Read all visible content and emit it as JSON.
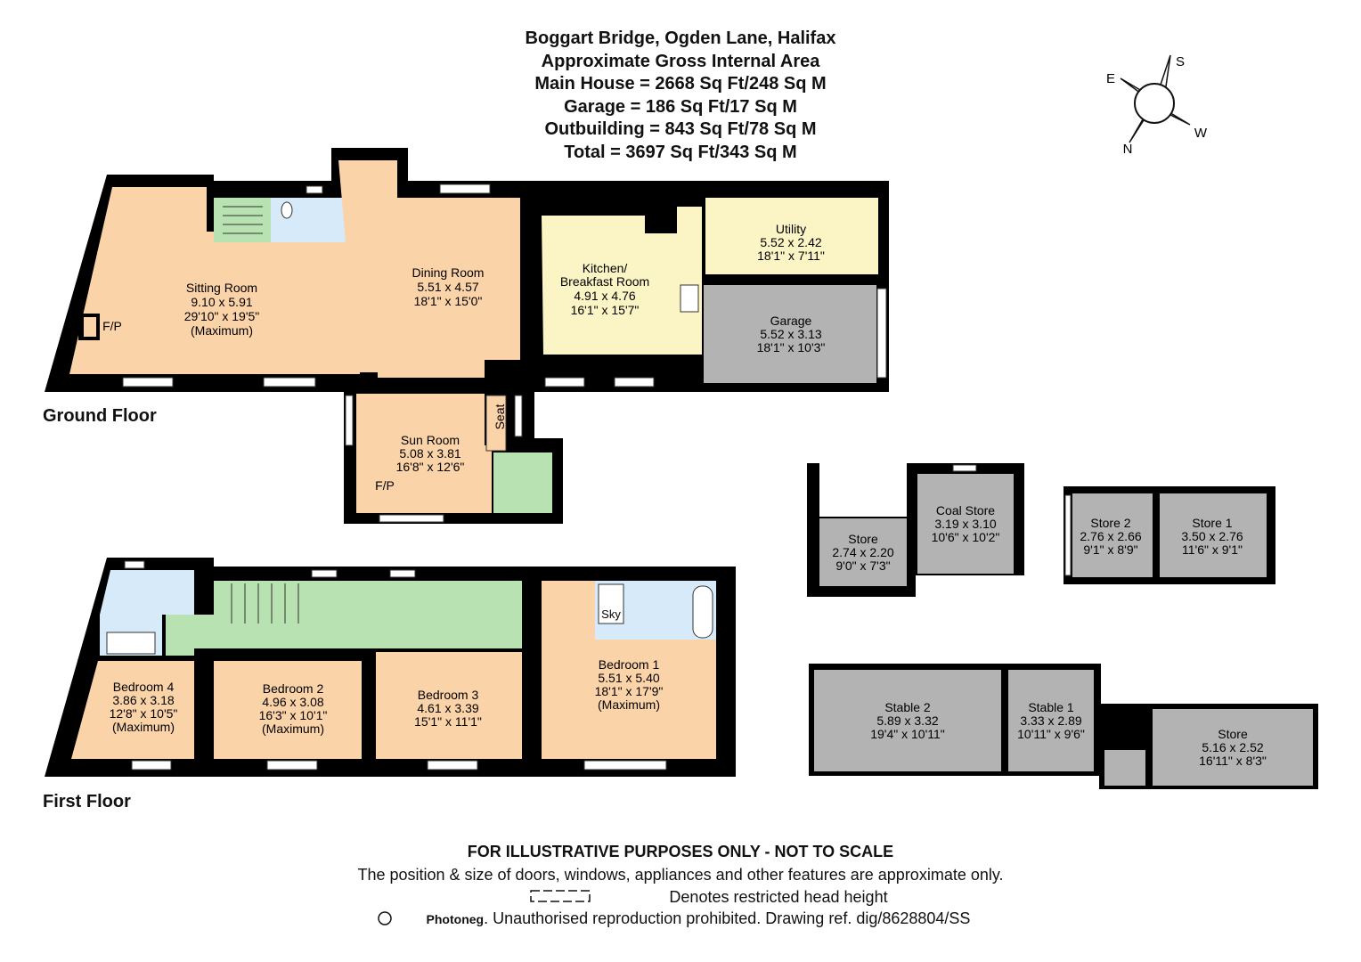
{
  "header": {
    "address": "Boggart Bridge, Ogden Lane, Halifax",
    "area_title": "Approximate Gross Internal Area",
    "main_house": "Main House = 2668 Sq Ft/248 Sq M",
    "garage": "Garage = 186 Sq Ft/17 Sq M",
    "outbuilding": "Outbuilding = 843 Sq Ft/78 Sq M",
    "total": "Total = 3697 Sq Ft/343 Sq M"
  },
  "compass": {
    "e": "E",
    "s": "S",
    "n": "N",
    "w": "W"
  },
  "floors": {
    "ground": "Ground Floor",
    "first": "First Floor"
  },
  "colors": {
    "wall": "#000000",
    "living": "#fbd3a8",
    "kitchen": "#fbf4c4",
    "wet": "#d6eaf9",
    "circulation": "#b9e2b2",
    "outbuilding": "#b3b3b3"
  },
  "rooms": {
    "sitting": {
      "name": "Sitting Room",
      "metric": "9.10 x 5.91",
      "imperial": "29'10\" x 19'5\"",
      "note": "(Maximum)"
    },
    "dining": {
      "name": "Dining Room",
      "metric": "5.51 x 4.57",
      "imperial": "18'1\" x 15'0\""
    },
    "kitchen": {
      "name1": "Kitchen/",
      "name2": "Breakfast Room",
      "metric": "4.91 x 4.76",
      "imperial": "16'1\" x 15'7\""
    },
    "utility": {
      "name": "Utility",
      "metric": "5.52 x 2.42",
      "imperial": "18'1\" x 7'11\""
    },
    "garage": {
      "name": "Garage",
      "metric": "5.52 x 3.13",
      "imperial": "18'1\" x 10'3\""
    },
    "sun": {
      "name": "Sun Room",
      "metric": "5.08 x 3.81",
      "imperial": "16'8\" x 12'6\""
    },
    "bed4": {
      "name": "Bedroom 4",
      "metric": "3.86 x 3.18",
      "imperial": "12'8\" x 10'5\"",
      "note": "(Maximum)"
    },
    "bed2": {
      "name": "Bedroom 2",
      "metric": "4.96 x 3.08",
      "imperial": "16'3\" x 10'1\"",
      "note": "(Maximum)"
    },
    "bed3": {
      "name": "Bedroom 3",
      "metric": "4.61 x 3.39",
      "imperial": "15'1\" x 11'1\""
    },
    "bed1": {
      "name": "Bedroom 1",
      "metric": "5.51 x 5.40",
      "imperial": "18'1\" x 17'9\"",
      "note": "(Maximum)"
    },
    "store_small": {
      "name": "Store",
      "metric": "2.74 x 2.20",
      "imperial": "9'0\" x 7'3\""
    },
    "coal": {
      "name": "Coal Store",
      "metric": "3.19 x 3.10",
      "imperial": "10'6\" x 10'2\""
    },
    "store2": {
      "name": "Store 2",
      "metric": "2.76 x 2.66",
      "imperial": "9'1\" x 8'9\""
    },
    "store1": {
      "name": "Store 1",
      "metric": "3.50 x 2.76",
      "imperial": "11'6\" x 9'1\""
    },
    "stable2": {
      "name": "Stable 2",
      "metric": "5.89 x 3.32",
      "imperial": "19'4\" x 10'11\""
    },
    "stable1": {
      "name": "Stable 1",
      "metric": "3.33 x 2.89",
      "imperial": "10'11\" x 9'6\""
    },
    "store_big": {
      "name": "Store",
      "metric": "5.16 x 2.52",
      "imperial": "16'11\" x 8'3\""
    }
  },
  "labels": {
    "fp": "F/P",
    "seat": "Seat",
    "sky": "Sky"
  },
  "footer": {
    "line1": "FOR ILLUSTRATIVE PURPOSES ONLY - NOT TO SCALE",
    "line2": "The position & size of doors, windows, appliances and other features are approximate only.",
    "line3": "Denotes restricted head height",
    "line4_brand": "Photoneg",
    "line4": ". Unauthorised reproduction prohibited. Drawing ref. dig/8628804/SS"
  }
}
